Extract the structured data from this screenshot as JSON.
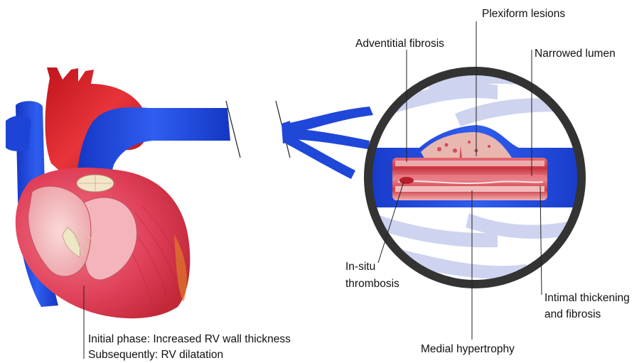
{
  "labels": {
    "plexiform": "Plexiform lesions",
    "adventitial": "Adventitial fibrosis",
    "narrowed": "Narrowed lumen",
    "insitu_1": "In-situ",
    "insitu_2": "thrombosis",
    "intimal_1": "Intimal thickening",
    "intimal_2": "and fibrosis",
    "medial": "Medial hypertrophy",
    "rv_1": "Initial phase: Increased RV wall thickness",
    "rv_2": "Subsequently: RV dilatation"
  },
  "colors": {
    "vein_blue": "#1f47d8",
    "aorta_red": "#d8222a",
    "myocardium": "#e3435a",
    "pale_pink": "#f0c6c6",
    "lens_rim": "#333333",
    "lens_bg": "#d9dcf2"
  }
}
